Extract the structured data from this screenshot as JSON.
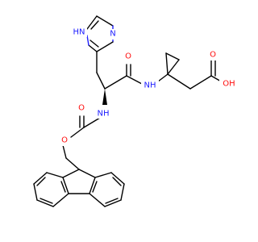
{
  "colors": {
    "carbon": "#000000",
    "oxygen": "#ff0d0d",
    "nitrogen": "#2020ff",
    "background": "#ffffff"
  },
  "labels": {
    "imidazole_nh": "HN",
    "imidazole_n": "N",
    "amide_o": "O",
    "amide_nh": "NH",
    "acid_o": "O",
    "acid_oh": "OH",
    "carbamate_o": "O",
    "carbamate_nh": "NH",
    "ether_o": "O"
  }
}
